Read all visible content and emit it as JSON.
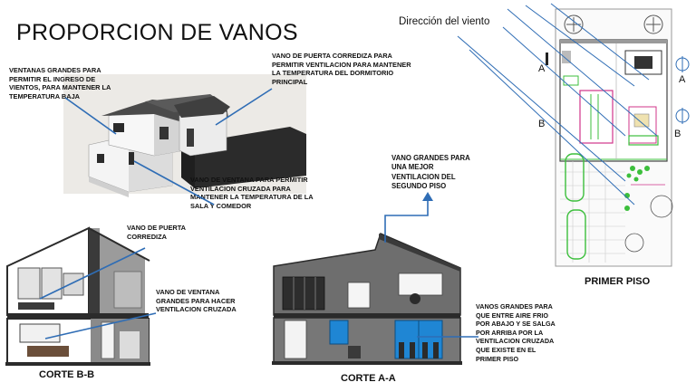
{
  "title": "PROPORCION DE VANOS",
  "annotations": {
    "ventanas_grandes": "VENTANAS GRANDES PARA PERMITIR EL INGRESO DE VIENTOS, PARA MANTENER LA TEMPERATURA BAJA",
    "puerta_corrediza_dormitorio": "VANO DE PUERTA CORREDIZA PARA PERMITIR VENTILACION PARA MANTENER LA TEMPERATURA DEL DORMITORIO PRINCIPAL",
    "ventana_cruzada_sala": "VANO DE VENTANA PARA PERMITIR VENTILACION CRUZADA PARA MANTENER LA TEMPERATURA DE LA SALA Y COMEDOR",
    "vano_segundo_piso": "VANO GRANDES PARA UNA MEJOR VENTILACION DEL SEGUNDO PISO",
    "puerta_corrediza": "VANO DE PUERTA CORREDIZA",
    "ventana_grandes_cruzada": "VANO DE VENTANA GRANDES PARA HACER VENTILACION CRUZADA",
    "vanos_aire_frio": "VANOS GRANDES PARA QUE ENTRE AIRE FRIO POR ABAJO Y SE SALGA POR ARRIBA POR LA VENTILACION CRUZADA QUE EXISTE EN EL PRIMER PISO"
  },
  "captions": {
    "corte_bb": "CORTE B-B",
    "corte_aa": "CORTE A-A",
    "primer_piso": "PRIMER PISO"
  },
  "plan": {
    "wind_label": "Dirección del viento",
    "section_a": "A",
    "section_b": "B"
  },
  "colors": {
    "arrow_blue": "#2f6db5",
    "wall_dark": "#3d3d3d",
    "window_blue": "#1f86d4",
    "plan_green": "#3cbf3c",
    "plan_magenta": "#d0348a"
  }
}
